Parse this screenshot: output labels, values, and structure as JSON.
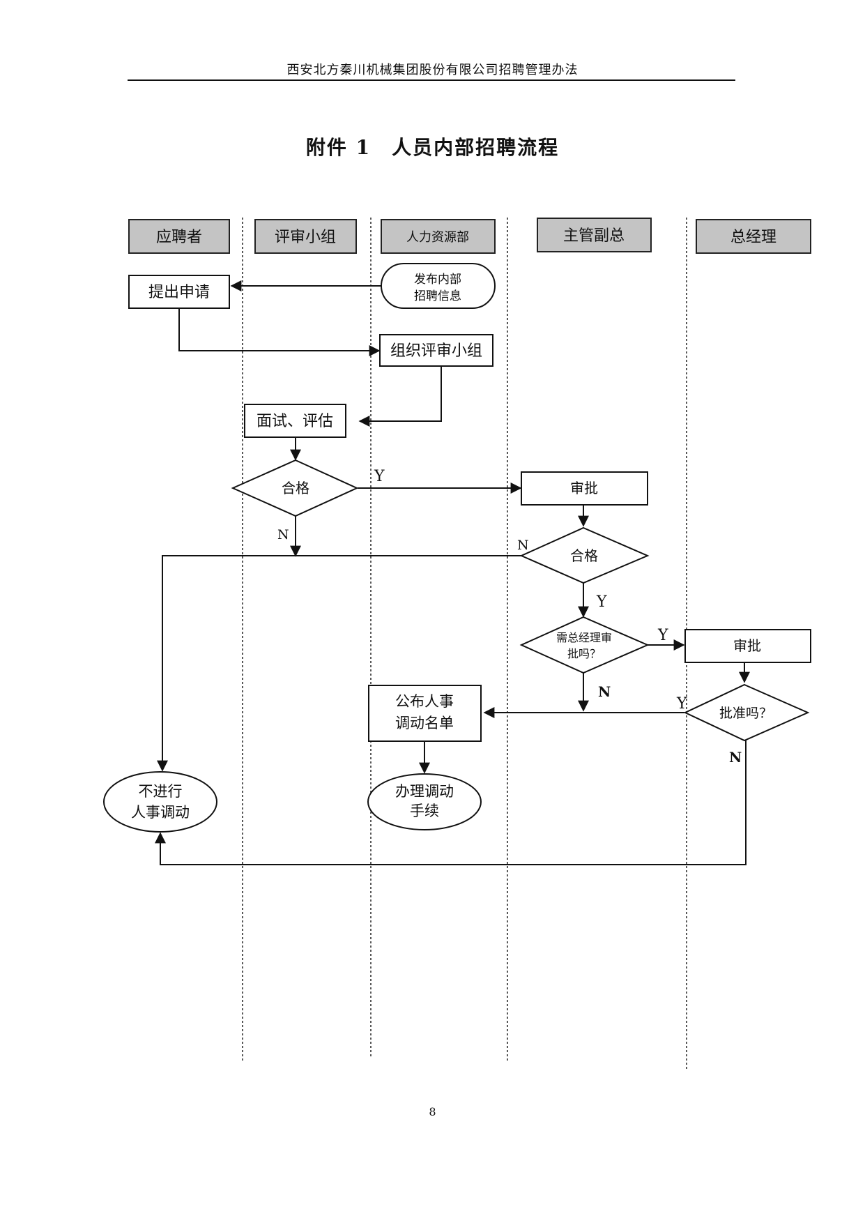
{
  "header": {
    "text": "西安北方秦川机械集团股份有限公司招聘管理办法"
  },
  "title": "附件 1　人员内部招聘流程",
  "page_number": "8",
  "lanes": [
    {
      "id": "applicant",
      "label": "应聘者"
    },
    {
      "id": "panel",
      "label": "评审小组"
    },
    {
      "id": "hr",
      "label": "人力资源部"
    },
    {
      "id": "vp",
      "label": "主管副总"
    },
    {
      "id": "gm",
      "label": "总经理"
    }
  ],
  "nodes": {
    "publish_info": {
      "lines": [
        "发布内部",
        "招聘信息"
      ]
    },
    "submit_application": {
      "lines": [
        "提出申请"
      ]
    },
    "organize_panel": {
      "lines": [
        "组织评审小组"
      ]
    },
    "interview": {
      "lines": [
        "面试、评估"
      ]
    },
    "panel_qualified": {
      "lines": [
        "合格"
      ]
    },
    "vp_approve": {
      "lines": [
        "审批"
      ]
    },
    "vp_qualified": {
      "lines": [
        "合格"
      ]
    },
    "need_gm": {
      "lines": [
        "需总经理审",
        "批吗？"
      ]
    },
    "gm_approve": {
      "lines": [
        "审批"
      ]
    },
    "gm_approved": {
      "lines": [
        "批准吗？"
      ]
    },
    "announce": {
      "lines": [
        "公布人事",
        "调动名单"
      ]
    },
    "process_transfer": {
      "lines": [
        "办理调动",
        "手续"
      ]
    },
    "no_transfer": {
      "lines": [
        "不进行",
        "人事调动"
      ]
    }
  },
  "edge_labels": {
    "yes": "Y",
    "no": "N"
  }
}
